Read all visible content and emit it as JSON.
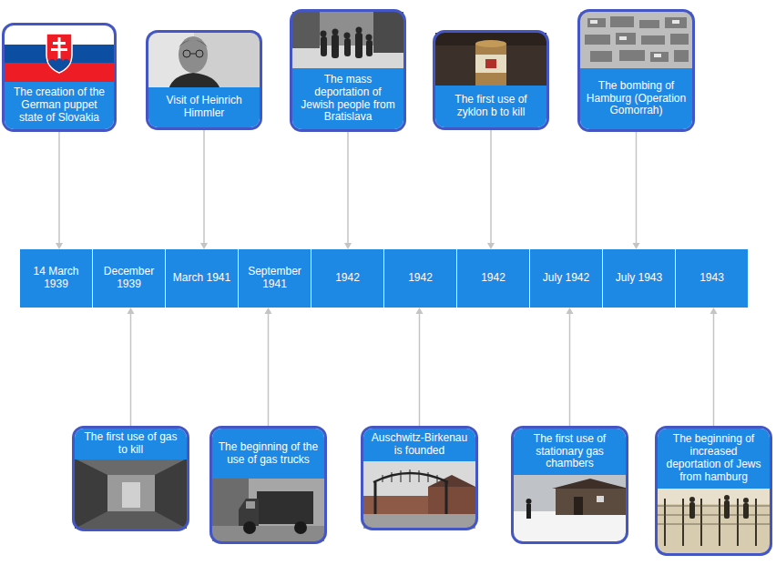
{
  "diagram": {
    "nodes": [
      {
        "text": [
          "The creation of the German puppet state of Slovakia"
        ]
      },
      {
        "text": [
          "Visit of Heinrich Himmler"
        ]
      },
      {
        "text": [
          "The mass deportation of Jewish people from Bratislava"
        ]
      },
      {
        "text": [
          "The first use of zyklon b to kill"
        ]
      },
      {
        "text": [
          "The bombing of Hamburg (Operation Gomorrah)"
        ]
      },
      {
        "text": [
          "14 March 1939"
        ]
      },
      {
        "text": [
          "December 1939"
        ]
      },
      {
        "text": [
          "March 1941"
        ]
      },
      {
        "text": [
          "September 1941"
        ]
      },
      {
        "text": [
          "1942"
        ]
      },
      {
        "text": [
          "1942"
        ]
      },
      {
        "text": [
          "1942"
        ]
      },
      {
        "text": [
          "July 1942"
        ]
      },
      {
        "text": [
          "July 1943"
        ]
      },
      {
        "text": [
          "1943"
        ]
      },
      {
        "text": [
          "The first use of gas to kill"
        ]
      },
      {
        "text": [
          "The beginning of the use of gas trucks"
        ]
      },
      {
        "text": [
          "Auschwitz-Birkenau is founded"
        ]
      },
      {
        "text": [
          "The first use of stationary gas chambers"
        ]
      },
      {
        "text": [
          "The beginning of increased deportation of Jews from hamburg"
        ]
      }
    ],
    "edges": [
      {
        "from": 0,
        "to": 5,
        "arrow": "to"
      },
      {
        "from": 15,
        "to": 6,
        "arrow": "to"
      },
      {
        "from": 1,
        "to": 7,
        "arrow": "to"
      },
      {
        "from": 16,
        "to": 8,
        "arrow": "to"
      },
      {
        "from": 2,
        "to": 9,
        "arrow": "to"
      },
      {
        "from": 17,
        "to": 10,
        "arrow": "to"
      },
      {
        "from": 3,
        "to": 11,
        "arrow": "to"
      },
      {
        "from": 18,
        "to": 12,
        "arrow": "to"
      },
      {
        "from": 4,
        "to": 13,
        "arrow": "to"
      },
      {
        "from": 19,
        "to": 14,
        "arrow": "to"
      }
    ]
  }
}
